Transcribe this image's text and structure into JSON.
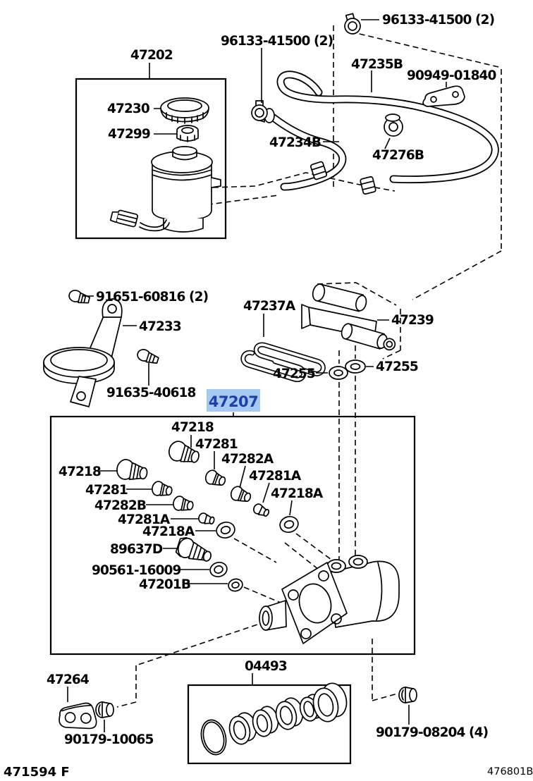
{
  "diagram": {
    "footer": {
      "left_code": "471594 F",
      "right_code": "476801B"
    },
    "highlight": {
      "part_number": "47207",
      "background_color": "#a6c9f2",
      "text_color": "#1c3fa8"
    },
    "colors": {
      "line": "#000000",
      "paper": "#ffffff"
    },
    "parts": {
      "box_47202": "47202",
      "clamp_96133_top": "96133-41500 (2)",
      "clamp_96133_mid": "96133-41500 (2)",
      "hose_47235b": "47235B",
      "bracket_90949_01840": "90949-01840",
      "cap_47230": "47230",
      "float_47299": "47299",
      "hose_47234b": "47234B",
      "grommet_47276b": "47276B",
      "bolt_91651_60816": "91651-60816 (2)",
      "bracket_47233": "47233",
      "bolt_91635_40618": "91635-40618",
      "wire_47237a": "47237A",
      "valve_47239": "47239",
      "washer_47255_left": "47255",
      "washer_47255_right": "47255",
      "union_47218_top": "47218",
      "plug_47281_top": "47281",
      "plug_47282a": "47282A",
      "fitting_47281a_right": "47281A",
      "gasket_47218a_right": "47218A",
      "union_47218_left": "47218",
      "plug_47281_left": "47281",
      "plug_47282b": "47282B",
      "fitting_47281a_left": "47281A",
      "gasket_47218a_left": "47218A",
      "switch_89637d": "89637D",
      "gasket_90561_16009": "90561-16009",
      "gasket_47201b": "47201B",
      "kit_04493": "04493",
      "clevis_47264": "47264",
      "nut_90179_10065": "90179-10065",
      "nut_90179_08204": "90179-08204 (4)"
    }
  }
}
